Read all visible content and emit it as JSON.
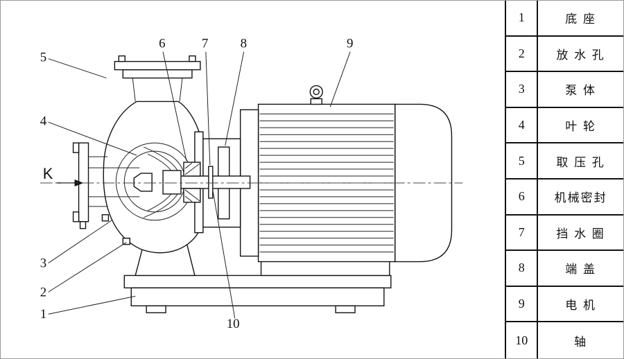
{
  "diagram": {
    "inlet_label": "K",
    "callouts": {
      "c1": "1",
      "c2": "2",
      "c3": "3",
      "c4": "4",
      "c5": "5",
      "c6": "6",
      "c7": "7",
      "c8": "8",
      "c9": "9",
      "c10": "10"
    }
  },
  "table": {
    "rows": [
      {
        "num": "1",
        "label": "底 座"
      },
      {
        "num": "2",
        "label": "放 水 孔"
      },
      {
        "num": "3",
        "label": "泵 体"
      },
      {
        "num": "4",
        "label": "叶 轮"
      },
      {
        "num": "5",
        "label": "取 压 孔"
      },
      {
        "num": "6",
        "label": "机械密封"
      },
      {
        "num": "7",
        "label": "挡 水 圈"
      },
      {
        "num": "8",
        "label": "端 盖"
      },
      {
        "num": "9",
        "label": "电 机"
      },
      {
        "num": "10",
        "label": "轴"
      }
    ]
  }
}
